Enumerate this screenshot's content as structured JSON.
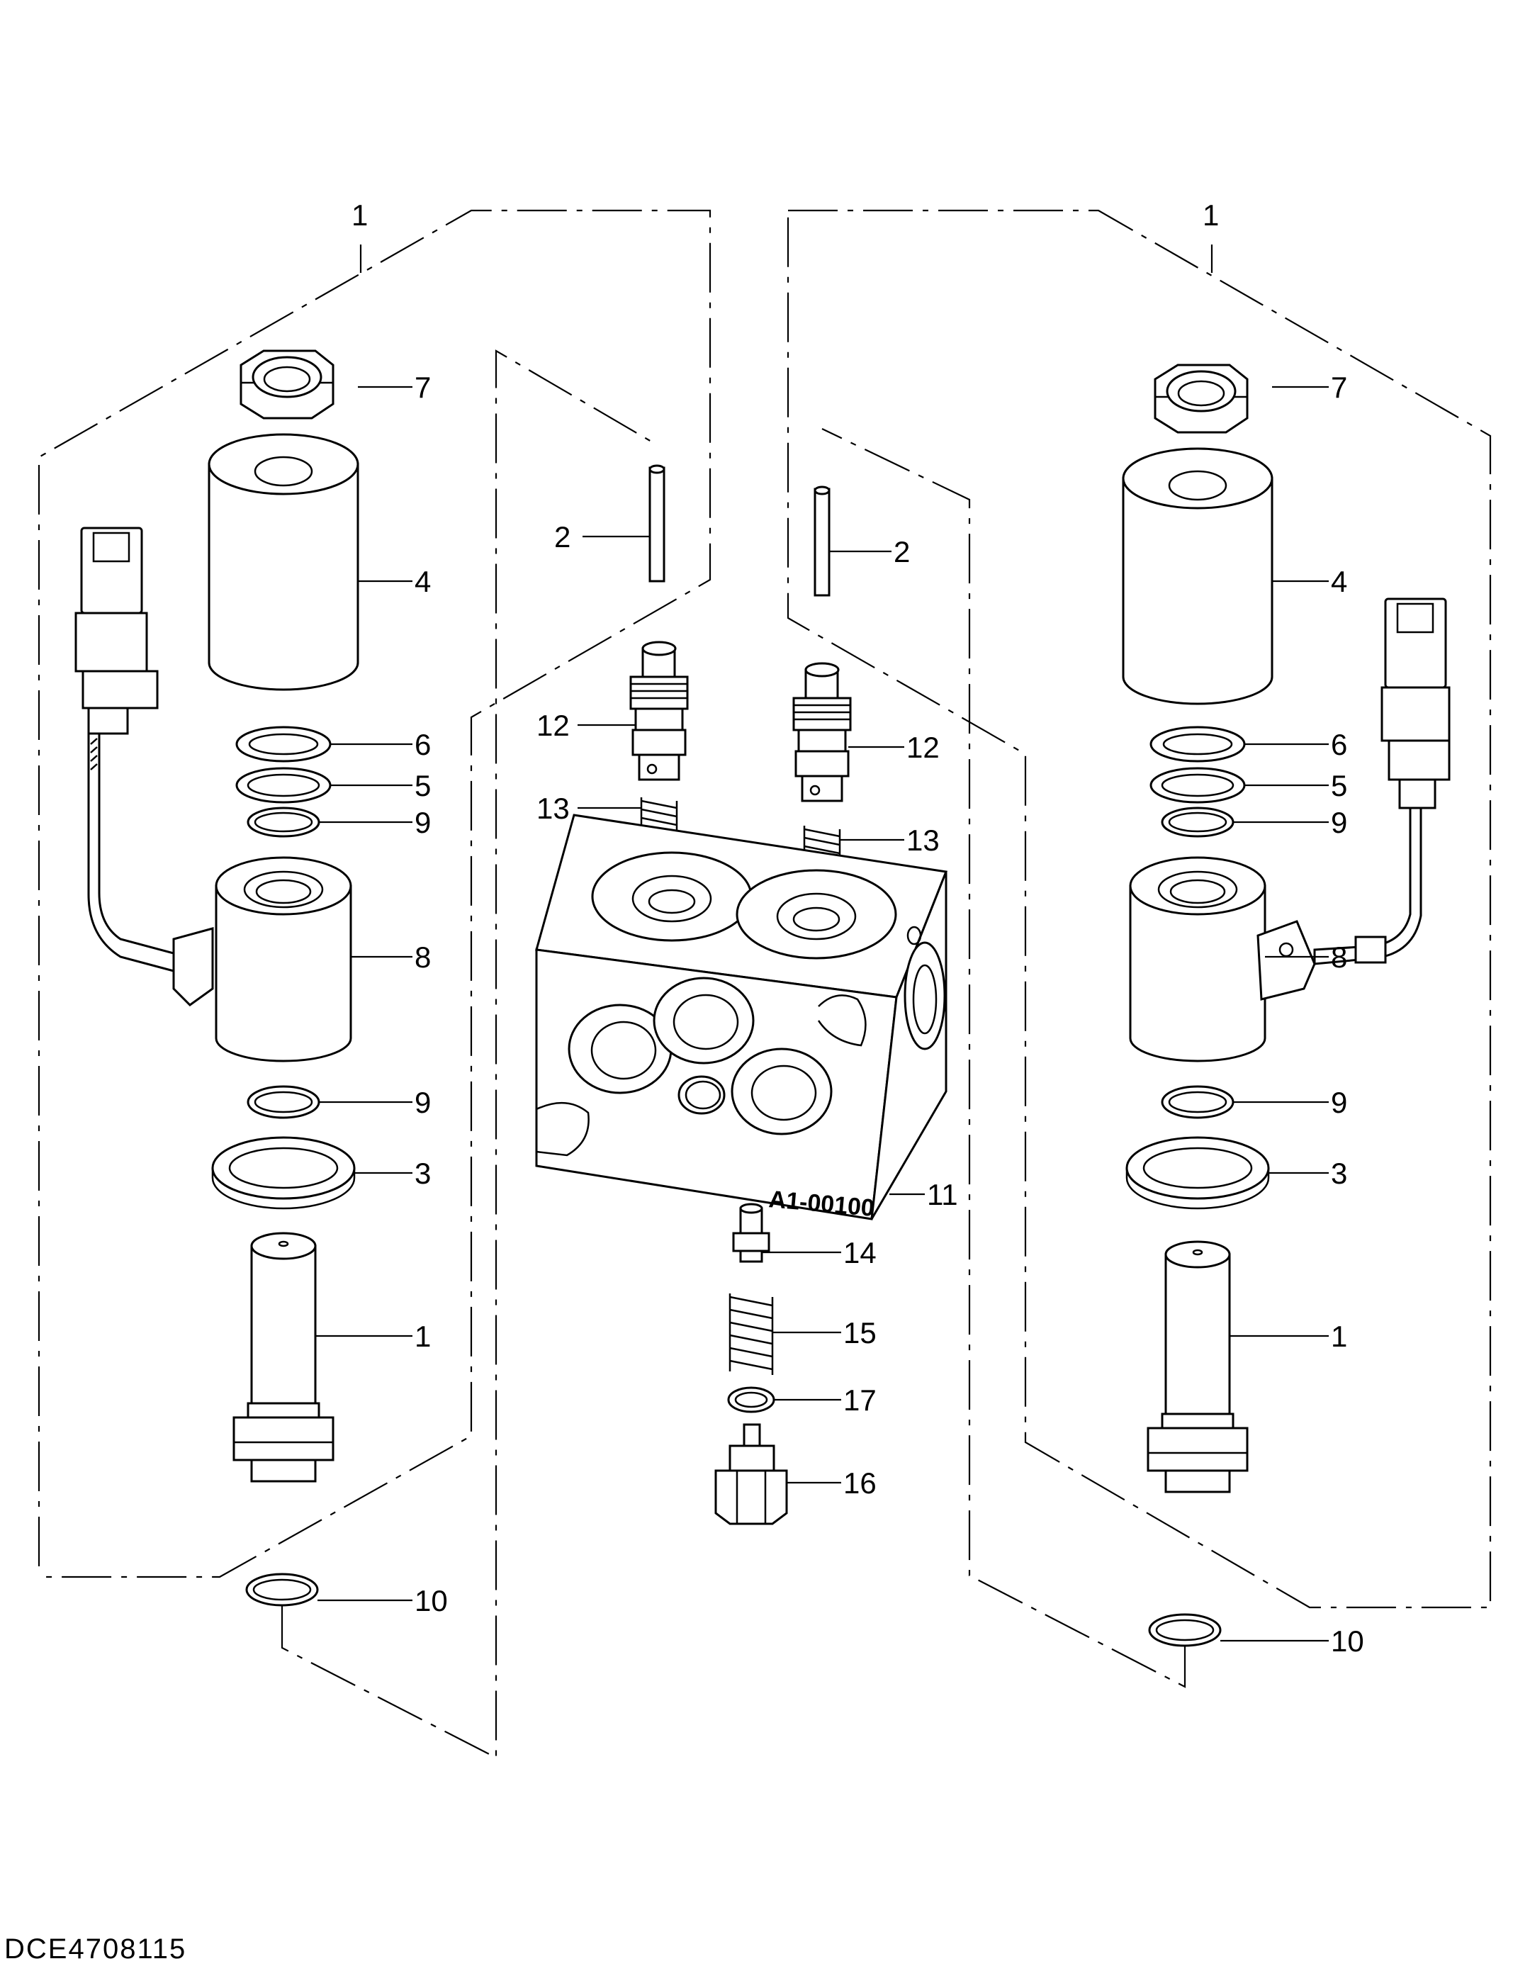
{
  "drawing": {
    "document_code": "DCE4708115",
    "block_stamp": "A1-00100",
    "callouts": {
      "n1": "1",
      "n2": "2",
      "n3": "3",
      "n4": "4",
      "n5": "5",
      "n6": "6",
      "n7": "7",
      "n8": "8",
      "n9": "9",
      "n10": "10",
      "n11": "11",
      "n12": "12",
      "n13": "13",
      "n14": "14",
      "n15": "15",
      "n16": "16",
      "n17": "17"
    }
  }
}
